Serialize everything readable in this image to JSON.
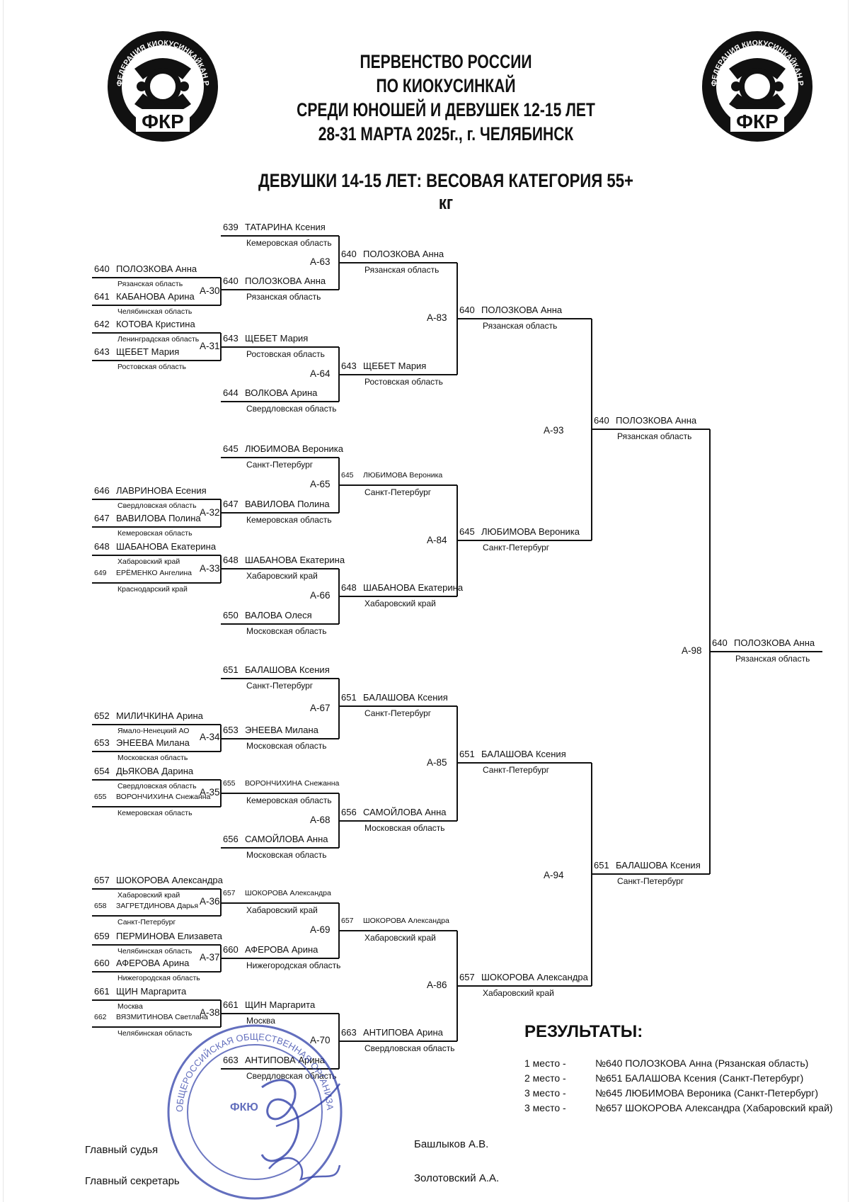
{
  "logo": {
    "seal_text": "ФЕДЕРАЦИЯ КИОКУСИНКАЙКАН РОССИИ",
    "abbr": "ФКР",
    "color": "#111111"
  },
  "header": {
    "title_lines": [
      "ПЕРВЕНСТВО РОССИИ",
      "ПО КИОКУСИНКАЙ",
      "СРЕДИ ЮНОШЕЙ И ДЕВУШЕК 12-15 ЛЕТ",
      "28-31 МАРТА 2025г., г. ЧЕЛЯБИНСК"
    ],
    "subtitle": "ДЕВУШКИ 14-15 ЛЕТ: ВЕСОВАЯ КАТЕГОРИЯ 55+ кг"
  },
  "bracket": {
    "r1_prelim": [
      {
        "no": "640",
        "name": "ПОЛОЗКОВА Анна",
        "region": "Рязанская область"
      },
      {
        "no": "641",
        "name": "КАБАНОВА Арина",
        "region": "Челябинская область"
      },
      {
        "no": "642",
        "name": "КОТОВА Кристина",
        "region": "Ленинградская область"
      },
      {
        "no": "643",
        "name": "ЩЕБЕТ Мария",
        "region": "Ростовская область"
      },
      {
        "no": "646",
        "name": "ЛАВРИНОВА Есения",
        "region": "Свердловская область"
      },
      {
        "no": "647",
        "name": "ВАВИЛОВА Полина",
        "region": "Кемеровская область"
      },
      {
        "no": "648",
        "name": "ШАБАНОВА Екатерина",
        "region": "Хабаровский край"
      },
      {
        "no": "649",
        "name": "ЕРЁМЕНКО Ангелина",
        "region": "Краснодарский край"
      },
      {
        "no": "652",
        "name": "МИЛИЧКИНА Арина",
        "region": "Ямало-Ненецкий АО"
      },
      {
        "no": "653",
        "name": "ЭНЕЕВА Милана",
        "region": "Московская область"
      },
      {
        "no": "654",
        "name": "ДЬЯКОВА Дарина",
        "region": "Свердловская область"
      },
      {
        "no": "655",
        "name": "ВОРОНЧИХИНА Снежанна",
        "region": "Кемеровская область"
      },
      {
        "no": "657",
        "name": "ШОКОРОВА Александра",
        "region": "Хабаровский край"
      },
      {
        "no": "658",
        "name": "ЗАГРЕТДИНОВА Дарья",
        "region": "Санкт-Петербург"
      },
      {
        "no": "659",
        "name": "ПЕРМИНОВА Елизавета",
        "region": "Челябинская область"
      },
      {
        "no": "660",
        "name": "АФЕРОВА Арина",
        "region": "Нижегородская область"
      },
      {
        "no": "661",
        "name": "ЩИН Маргарита",
        "region": "Москва"
      },
      {
        "no": "662",
        "name": "ВЯЗМИТИНОВА Светлана",
        "region": "Челябинская область"
      }
    ],
    "r2": [
      {
        "no": "639",
        "name": "ТАТАРИНА Ксения",
        "region": "Кемеровская область"
      },
      {
        "no": "640",
        "name": "ПОЛОЗКОВА Анна",
        "region": "Рязанская область"
      },
      {
        "no": "643",
        "name": "ЩЕБЕТ Мария",
        "region": "Ростовская область"
      },
      {
        "no": "644",
        "name": "ВОЛКОВА Арина",
        "region": "Свердловская область"
      },
      {
        "no": "645",
        "name": "ЛЮБИМОВА Вероника",
        "region": "Санкт-Петербург"
      },
      {
        "no": "647",
        "name": "ВАВИЛОВА Полина",
        "region": "Кемеровская область"
      },
      {
        "no": "648",
        "name": "ШАБАНОВА Екатерина",
        "region": "Хабаровский край"
      },
      {
        "no": "650",
        "name": "ВАЛОВА Олеся",
        "region": "Московская область"
      },
      {
        "no": "651",
        "name": "БАЛАШОВА Ксения",
        "region": "Санкт-Петербург"
      },
      {
        "no": "653",
        "name": "ЭНЕЕВА Милана",
        "region": "Московская область"
      },
      {
        "no": "655",
        "name": "ВОРОНЧИХИНА Снежанна",
        "region": "Кемеровская область"
      },
      {
        "no": "656",
        "name": "САМОЙЛОВА Анна",
        "region": "Московская область"
      },
      {
        "no": "657",
        "name": "ШОКОРОВА Александра",
        "region": "Хабаровский край"
      },
      {
        "no": "660",
        "name": "АФЕРОВА Арина",
        "region": "Нижегородская область"
      },
      {
        "no": "661",
        "name": "ЩИН Маргарита",
        "region": "Москва"
      },
      {
        "no": "663",
        "name": "АНТИПОВА Арина",
        "region": "Свердловская область"
      }
    ],
    "r3": [
      {
        "no": "640",
        "name": "ПОЛОЗКОВА Анна",
        "region": "Рязанская область"
      },
      {
        "no": "643",
        "name": "ЩЕБЕТ Мария",
        "region": "Ростовская область"
      },
      {
        "no": "645",
        "name": "ЛЮБИМОВА Вероника",
        "region": "Санкт-Петербург"
      },
      {
        "no": "648",
        "name": "ШАБАНОВА Екатерина",
        "region": "Хабаровский край"
      },
      {
        "no": "651",
        "name": "БАЛАШОВА Ксения",
        "region": "Санкт-Петербург"
      },
      {
        "no": "656",
        "name": "САМОЙЛОВА Анна",
        "region": "Московская область"
      },
      {
        "no": "657",
        "name": "ШОКОРОВА Александра",
        "region": "Хабаровский край"
      },
      {
        "no": "663",
        "name": "АНТИПОВА Арина",
        "region": "Свердловская область"
      }
    ],
    "r4": [
      {
        "no": "640",
        "name": "ПОЛОЗКОВА Анна",
        "region": "Рязанская область"
      },
      {
        "no": "645",
        "name": "ЛЮБИМОВА Вероника",
        "region": "Санкт-Петербург"
      },
      {
        "no": "651",
        "name": "БАЛАШОВА Ксения",
        "region": "Санкт-Петербург"
      },
      {
        "no": "657",
        "name": "ШОКОРОВА Александра",
        "region": "Хабаровский край"
      }
    ],
    "r5": [
      {
        "no": "640",
        "name": "ПОЛОЗКОВА Анна",
        "region": "Рязанская область"
      },
      {
        "no": "651",
        "name": "БАЛАШОВА Ксения",
        "region": "Санкт-Петербург"
      }
    ],
    "winner": {
      "no": "640",
      "name": "ПОЛОЗКОВА Анна",
      "region": "Рязанская область"
    },
    "bouts_prelim": [
      "A-30",
      "A-31",
      "A-32",
      "A-33",
      "A-34",
      "A-35",
      "A-36",
      "A-37",
      "A-38"
    ],
    "bouts_r2": [
      "A-63",
      "A-64",
      "A-65",
      "A-66",
      "A-67",
      "A-68",
      "A-69",
      "A-70"
    ],
    "bouts_r3": [
      "A-83",
      "A-84",
      "A-85",
      "A-86"
    ],
    "bouts_r4": [
      "A-93",
      "A-94"
    ],
    "bout_final": "A-98"
  },
  "results": {
    "title": "РЕЗУЛЬТАТЫ:",
    "rows": [
      {
        "place": "1 место -",
        "text": "№640 ПОЛОЗКОВА Анна (Рязанская область)"
      },
      {
        "place": "2 место -",
        "text": "№651 БАЛАШОВА Ксения (Санкт-Петербург)"
      },
      {
        "place": "3 место -",
        "text": "№645 ЛЮБИМОВА Вероника (Санкт-Петербург)"
      },
      {
        "place": "3 место -",
        "text": "№657 ШОКОРОВА Александра (Хабаровский край)"
      }
    ]
  },
  "signatures": [
    {
      "role": "Главный судья",
      "name": "Башлыков А.В."
    },
    {
      "role": "Главный секретарь",
      "name": "Золотовский А.А."
    }
  ],
  "stamp": {
    "ring_text": "ОБЩЕРОССИЙСКАЯ ОБЩЕСТВЕННАЯ ОРГАНИЗАЦИЯ «ФЕДЕРАЦИЯ КИОКУСИНКАЙ",
    "center": "ФКЮ",
    "color": "#2f3fa8"
  }
}
